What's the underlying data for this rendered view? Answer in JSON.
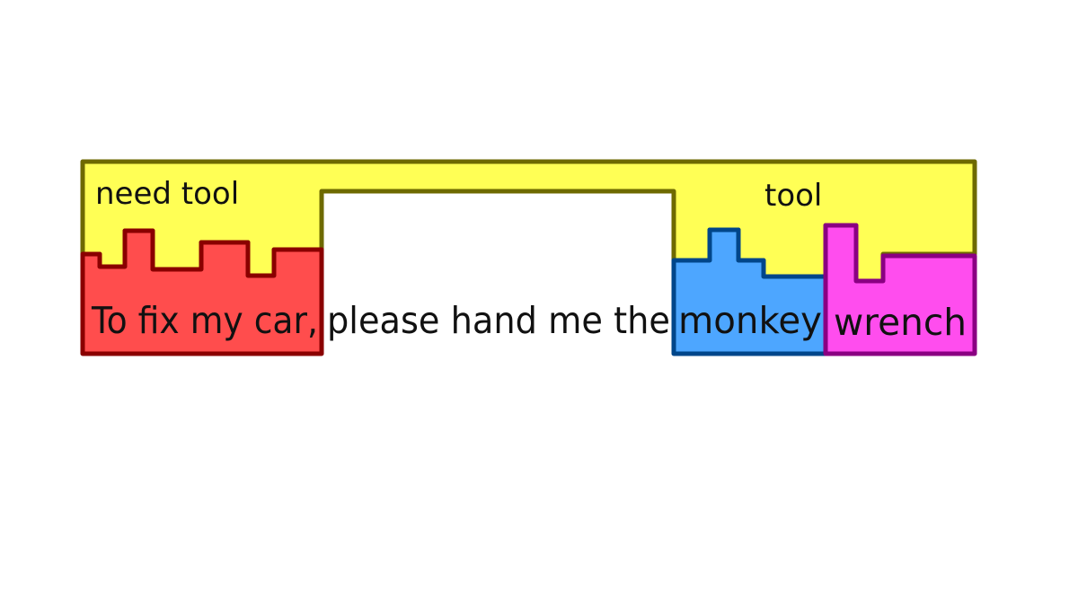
{
  "colors": {
    "need_tool_fill": "#ffff55",
    "need_tool_stroke": "#6e6a00",
    "fix_car_fill": "#ff4d4d",
    "fix_car_stroke": "#8a0000",
    "monkey_fill": "#4da6ff",
    "monkey_stroke": "#00468a",
    "wrench_fill": "#ff4dee",
    "wrench_stroke": "#8a0082",
    "text": "#111111"
  },
  "labels": {
    "need_tool": "need tool",
    "tool": "tool"
  },
  "sentence": {
    "part1": "To fix my car,",
    "part2": "please hand me the",
    "part3": "monkey",
    "part4": "wrench"
  }
}
